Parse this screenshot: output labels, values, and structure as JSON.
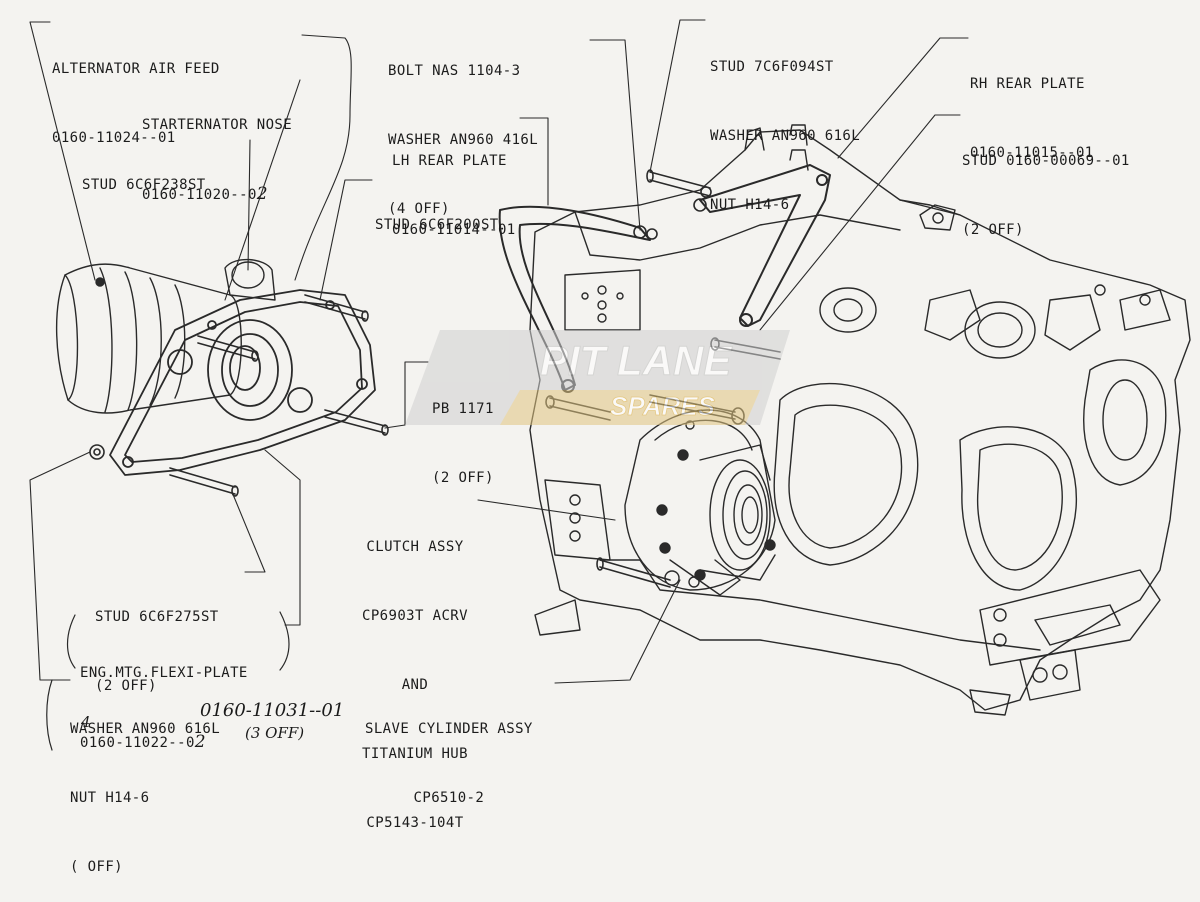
{
  "watermark": {
    "line1": "PIT LANE",
    "line2": "SPARES",
    "color": "#c8c8c8",
    "accent": "#e8b840"
  },
  "labels": {
    "alternator": [
      "ALTERNATOR AIR FEED",
      "0160-11024--01"
    ],
    "starternator": [
      "STARTERNATOR NOSE",
      "0160-11020--0"
    ],
    "starternator_hand": "2",
    "stud238": [
      "STUD 6C6F238ST"
    ],
    "stud200": [
      "STUD 6C6F200ST"
    ],
    "bolt": [
      "BOLT NAS 1104-3",
      "WASHER AN960 416L",
      "(4 OFF)"
    ],
    "stud7c": [
      "STUD 7C6F094ST",
      "WASHER AN960 616L",
      "NUT H14-6"
    ],
    "rh_plate": [
      "RH REAR PLATE",
      "0160-11015--01"
    ],
    "lh_plate": [
      "LH REAR PLATE",
      "0160-11014--01"
    ],
    "stud0160": [
      "STUD 0160-00069--01",
      "(2 OFF)"
    ],
    "pb": [
      "PB 1171",
      "(2 OFF)"
    ],
    "clutch": [
      "CLUTCH ASSY",
      "CP6903T ACRV",
      "AND",
      "TITANIUM HUB",
      "CP5143-104T"
    ],
    "stud275": [
      "STUD 6C6F275ST",
      "(2 OFF)"
    ],
    "flexi": [
      "ENG.MTG.FLEXI-PLATE",
      "0160-11022--0"
    ],
    "flexi_hand": "2",
    "washer": [
      "WASHER AN960 616L",
      "NUT H14-6",
      "( OFF)"
    ],
    "washer_hand_qty": "4",
    "washer_hand_part": "0160-11031--01",
    "washer_hand_qty2": "(3 OFF)",
    "slave": [
      "SLAVE CYLINDER ASSY",
      "CP6510-2"
    ]
  }
}
